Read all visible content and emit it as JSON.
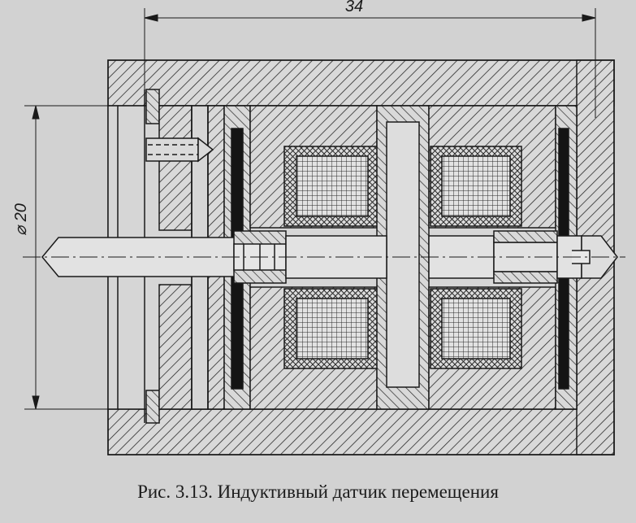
{
  "figure": {
    "caption": "Рис. 3.13. Индуктивный датчик перемещения",
    "dimension_width": "34",
    "dimension_diameter": "⌀ 20"
  },
  "colors": {
    "background": "#d2d2d2",
    "line": "#1a1a1a",
    "dark_part": "#141414"
  }
}
